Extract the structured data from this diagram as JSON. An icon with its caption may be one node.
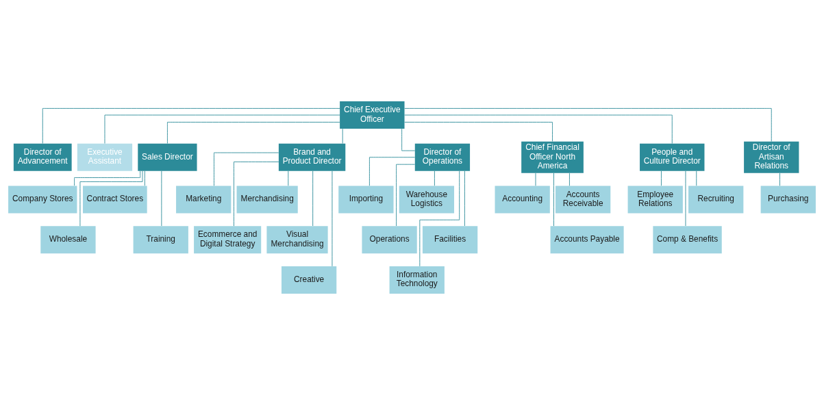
{
  "diagram": {
    "nodes": [
      {
        "text": [
          "Chief Executive Officer"
        ]
      },
      {
        "text": [
          "Director of Advancement"
        ]
      },
      {
        "text": [
          "Executive Assistant"
        ]
      },
      {
        "text": [
          "Sales Director"
        ]
      },
      {
        "text": [
          "Brand and Product Director"
        ]
      },
      {
        "text": [
          "Director of Operations"
        ]
      },
      {
        "text": [
          "Chief Financial Officer North America"
        ]
      },
      {
        "text": [
          "People and Culture Director"
        ]
      },
      {
        "text": [
          "Director of Artisan Relations"
        ]
      },
      {
        "text": [
          "Company Stores"
        ]
      },
      {
        "text": [
          "Contract Stores"
        ]
      },
      {
        "text": [
          "Wholesale"
        ]
      },
      {
        "text": [
          "Training"
        ]
      },
      {
        "text": [
          "Marketing"
        ]
      },
      {
        "text": [
          "Merchandising"
        ]
      },
      {
        "text": [
          "Ecommerce and Digital Strategy"
        ]
      },
      {
        "text": [
          "Visual Merchandising"
        ]
      },
      {
        "text": [
          "Creative"
        ]
      },
      {
        "text": [
          "Importing"
        ]
      },
      {
        "text": [
          "Warehouse Logistics"
        ]
      },
      {
        "text": [
          "Operations"
        ]
      },
      {
        "text": [
          "Facilities"
        ]
      },
      {
        "text": [
          "Information Technology"
        ]
      },
      {
        "text": [
          "Accounting"
        ]
      },
      {
        "text": [
          "Accounts Receivable"
        ]
      },
      {
        "text": [
          "Accounts Payable"
        ]
      },
      {
        "text": [
          "Employee Relations"
        ]
      },
      {
        "text": [
          "Recruiting"
        ]
      },
      {
        "text": [
          "Comp & Benefits"
        ]
      },
      {
        "text": [
          "Purchasing"
        ]
      }
    ],
    "edges": [
      {
        "from": 0,
        "to": 1,
        "arrow": "none"
      },
      {
        "from": 0,
        "to": 2,
        "arrow": "none"
      },
      {
        "from": 0,
        "to": 3,
        "arrow": "none"
      },
      {
        "from": 0,
        "to": 4,
        "arrow": "none"
      },
      {
        "from": 0,
        "to": 5,
        "arrow": "none"
      },
      {
        "from": 0,
        "to": 6,
        "arrow": "none"
      },
      {
        "from": 0,
        "to": 7,
        "arrow": "none"
      },
      {
        "from": 0,
        "to": 8,
        "arrow": "none"
      },
      {
        "from": 3,
        "to": 9,
        "arrow": "none"
      },
      {
        "from": 3,
        "to": 10,
        "arrow": "none"
      },
      {
        "from": 3,
        "to": 11,
        "arrow": "none"
      },
      {
        "from": 3,
        "to": 12,
        "arrow": "none"
      },
      {
        "from": 4,
        "to": 13,
        "arrow": "none"
      },
      {
        "from": 4,
        "to": 14,
        "arrow": "none"
      },
      {
        "from": 4,
        "to": 15,
        "arrow": "none"
      },
      {
        "from": 4,
        "to": 16,
        "arrow": "none"
      },
      {
        "from": 4,
        "to": 17,
        "arrow": "none"
      },
      {
        "from": 5,
        "to": 18,
        "arrow": "none"
      },
      {
        "from": 5,
        "to": 19,
        "arrow": "none"
      },
      {
        "from": 5,
        "to": 20,
        "arrow": "none"
      },
      {
        "from": 5,
        "to": 21,
        "arrow": "none"
      },
      {
        "from": 5,
        "to": 22,
        "arrow": "none"
      },
      {
        "from": 6,
        "to": 23,
        "arrow": "none"
      },
      {
        "from": 6,
        "to": 24,
        "arrow": "none"
      },
      {
        "from": 6,
        "to": 25,
        "arrow": "none"
      },
      {
        "from": 7,
        "to": 26,
        "arrow": "none"
      },
      {
        "from": 7,
        "to": 27,
        "arrow": "none"
      },
      {
        "from": 7,
        "to": 28,
        "arrow": "none"
      },
      {
        "from": 8,
        "to": 29,
        "arrow": "none"
      }
    ]
  }
}
